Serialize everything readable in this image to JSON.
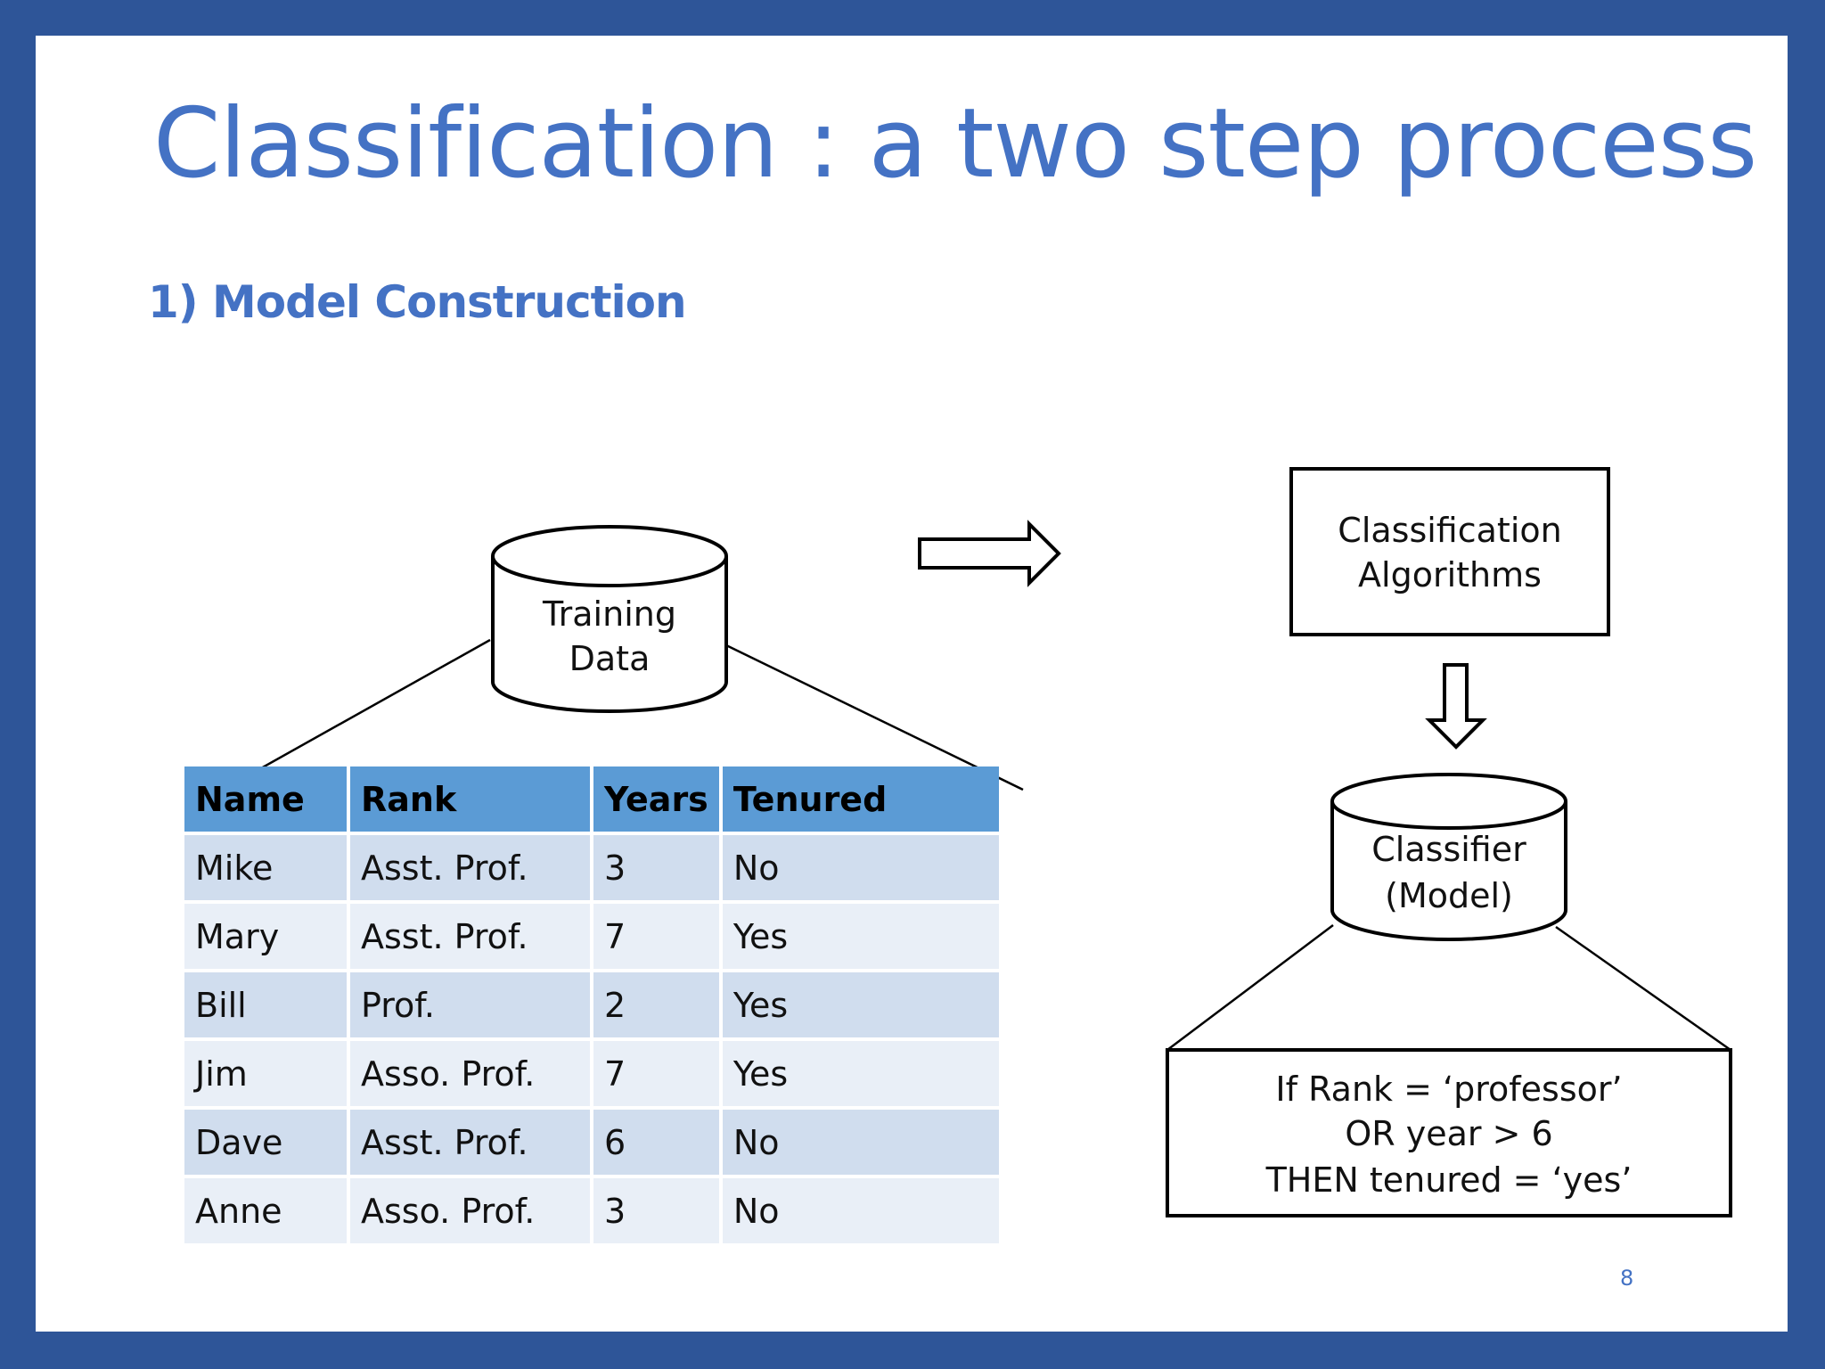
{
  "slide": {
    "title": "Classification : a two step process",
    "subtitle": "1) Model Construction",
    "page_number": "8"
  },
  "diagram": {
    "training_data": [
      "Training",
      "Data"
    ],
    "algorithms_box": [
      "Classification",
      "Algorithms"
    ],
    "classifier": [
      "Classifier",
      "(Model)"
    ],
    "rule": [
      "If Rank = ‘professor’",
      "OR year > 6",
      "THEN tenured = ‘yes’"
    ]
  },
  "table": {
    "headers": [
      "Name",
      "Rank",
      "Years",
      "Tenured"
    ],
    "rows": [
      [
        "Mike",
        "Asst. Prof.",
        "3",
        "No"
      ],
      [
        "Mary",
        "Asst. Prof.",
        "7",
        "Yes"
      ],
      [
        "Bill",
        "Prof.",
        "2",
        "Yes"
      ],
      [
        "Jim",
        "Asso. Prof.",
        "7",
        "Yes"
      ],
      [
        "Dave",
        "Asst. Prof.",
        "6",
        "No"
      ],
      [
        "Anne",
        "Asso. Prof.",
        "3",
        "No"
      ]
    ]
  },
  "colors": {
    "frame": "#2e5598",
    "title": "#4472c4",
    "header_fill": "#5b9bd5",
    "row_dark": "#d0ddee",
    "row_light": "#e9eff7"
  }
}
